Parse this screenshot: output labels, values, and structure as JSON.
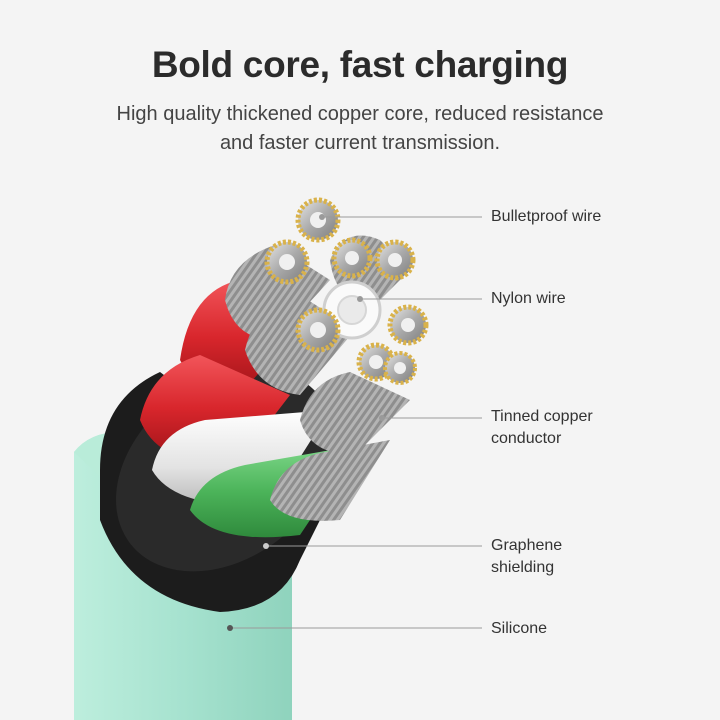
{
  "header": {
    "title": "Bold core,  fast charging",
    "subtitle_line1": "High quality thickened copper core, reduced resistance",
    "subtitle_line2": "and faster current transmission."
  },
  "labels": {
    "bulletproof": "Bulletproof wire",
    "nylon": "Nylon wire",
    "tinned_line1": "Tinned copper",
    "tinned_line2": "conductor",
    "graphene_line1": "Graphene",
    "graphene_line2": "shielding",
    "silicone": "Silicone"
  },
  "colors": {
    "background": "#f4f4f4",
    "jacket": "#a6e2cf",
    "shielding": "#1e1e1e",
    "red_wire": "#d8262c",
    "white_wire": "#e8e8e8",
    "green_wire": "#4cb45a",
    "copper": "#c0c0c0",
    "gold_ring": "#d9b24a"
  }
}
